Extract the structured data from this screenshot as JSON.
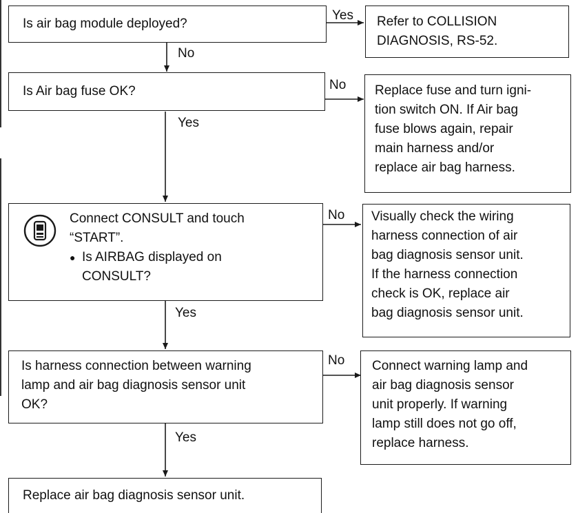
{
  "nodes": {
    "q1": "Is air bag module deployed?",
    "r1": [
      "Refer to COLLISION",
      "DIAGNOSIS, RS-52."
    ],
    "q2": "Is Air bag fuse OK?",
    "r2": [
      "Replace fuse and turn igni-",
      "tion switch ON. If Air bag",
      "fuse blows again, repair",
      "main harness and/or",
      "replace air bag harness."
    ],
    "q3": {
      "lines": [
        "Connect CONSULT and touch",
        "“START”."
      ],
      "bullet": "●",
      "bullet_lines": [
        "Is AIRBAG displayed on",
        "CONSULT?"
      ]
    },
    "r3": [
      "Visually check the wiring",
      "harness connection of air",
      "bag diagnosis sensor unit.",
      "If the harness connection",
      "check is OK, replace air",
      "bag diagnosis sensor unit."
    ],
    "q4": [
      "Is harness connection between warning",
      "lamp and air bag diagnosis sensor unit",
      "OK?"
    ],
    "r4": [
      "Connect warning lamp and",
      "air bag diagnosis sensor",
      "unit properly. If warning",
      "lamp still does not go off,",
      "replace harness."
    ],
    "end": "Replace air bag diagnosis sensor unit."
  },
  "labels": {
    "q1_yes": "Yes",
    "q1_no": "No",
    "q2_no": "No",
    "q2_yes": "Yes",
    "q3_no": "No",
    "q3_yes": "Yes",
    "q4_no": "No",
    "q4_yes": "Yes"
  },
  "icons": {
    "consult": "consult-tester-icon"
  }
}
